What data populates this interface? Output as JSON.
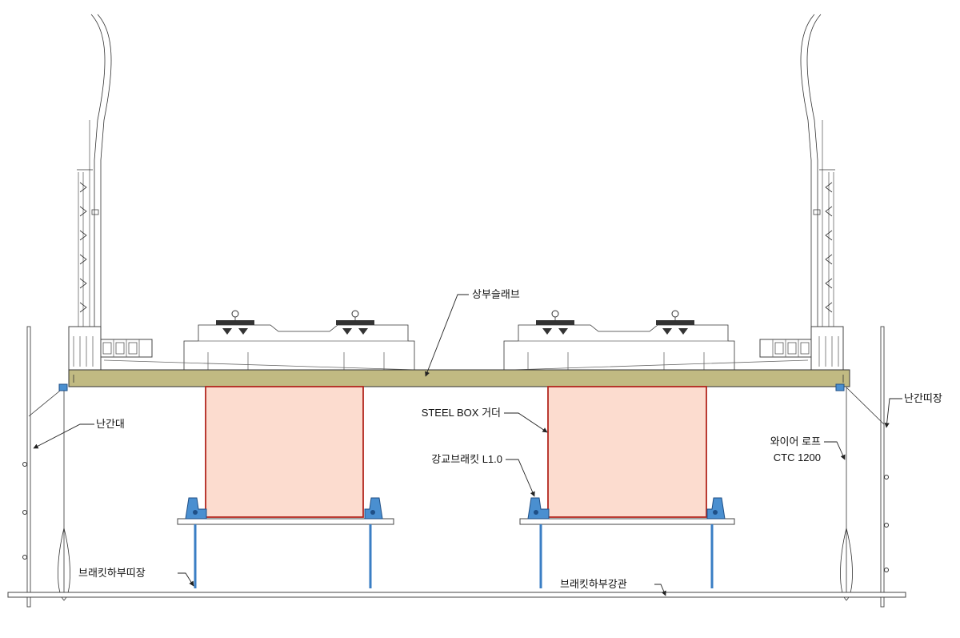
{
  "labels": {
    "slab": "상부슬래브",
    "railing_post": "난간대",
    "railing_tie": "난간띠장",
    "steel_box": "STEEL BOX 거더",
    "wire_rope_line1": "와이어 로프",
    "wire_rope_line2": "CTC 1200",
    "bracket": "강교브래킷 L1.0",
    "bracket_lower_tie": "브래킷하부띠장",
    "bracket_lower_pipe": "브래킷하부강관"
  },
  "colors": {
    "slab": "#c1ba82",
    "steel_box_fill": "#fcdccf",
    "steel_box_edge": "#b3261e",
    "bracket": "#4a8fd0"
  }
}
